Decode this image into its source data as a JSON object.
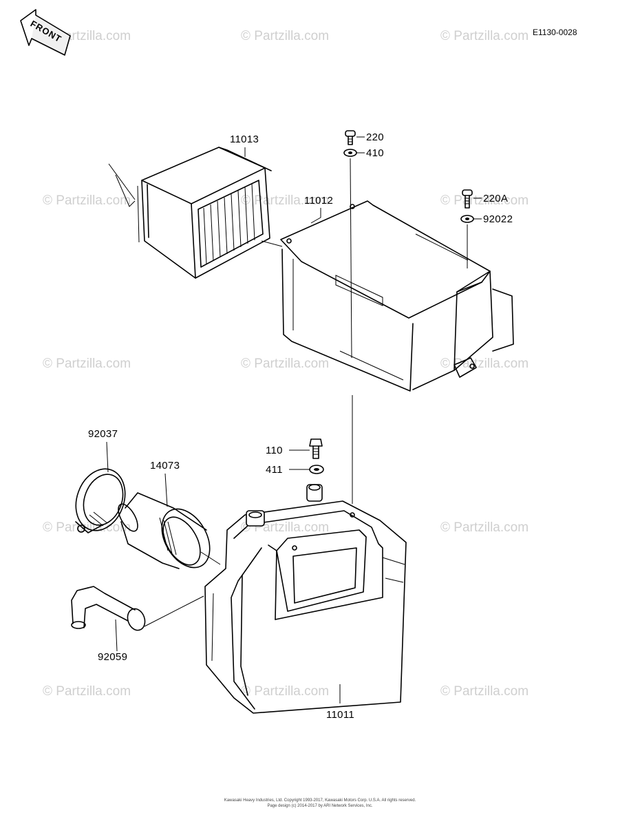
{
  "header": {
    "drawing_ref": "E1130-0028",
    "front_badge": "FRONT"
  },
  "watermark": "© Partzilla.com",
  "callouts": {
    "element": "11013",
    "cover": "11012",
    "screw_top": "220",
    "washer_top": "410",
    "screw_side": "220A",
    "washer_side": "92022",
    "clamp": "92037",
    "duct": "14073",
    "bolt": "110",
    "washer_bolt": "411",
    "hose": "92059",
    "case": "11011"
  },
  "footer": {
    "line1": "Kawasaki Heavy Industries, Ltd. Copyright 1993-2017, Kawasaki Motors Corp. U.S.A. All rights reserved.",
    "line2": "Page design (c) 2014-2017 by ARI Network Services, Inc."
  }
}
